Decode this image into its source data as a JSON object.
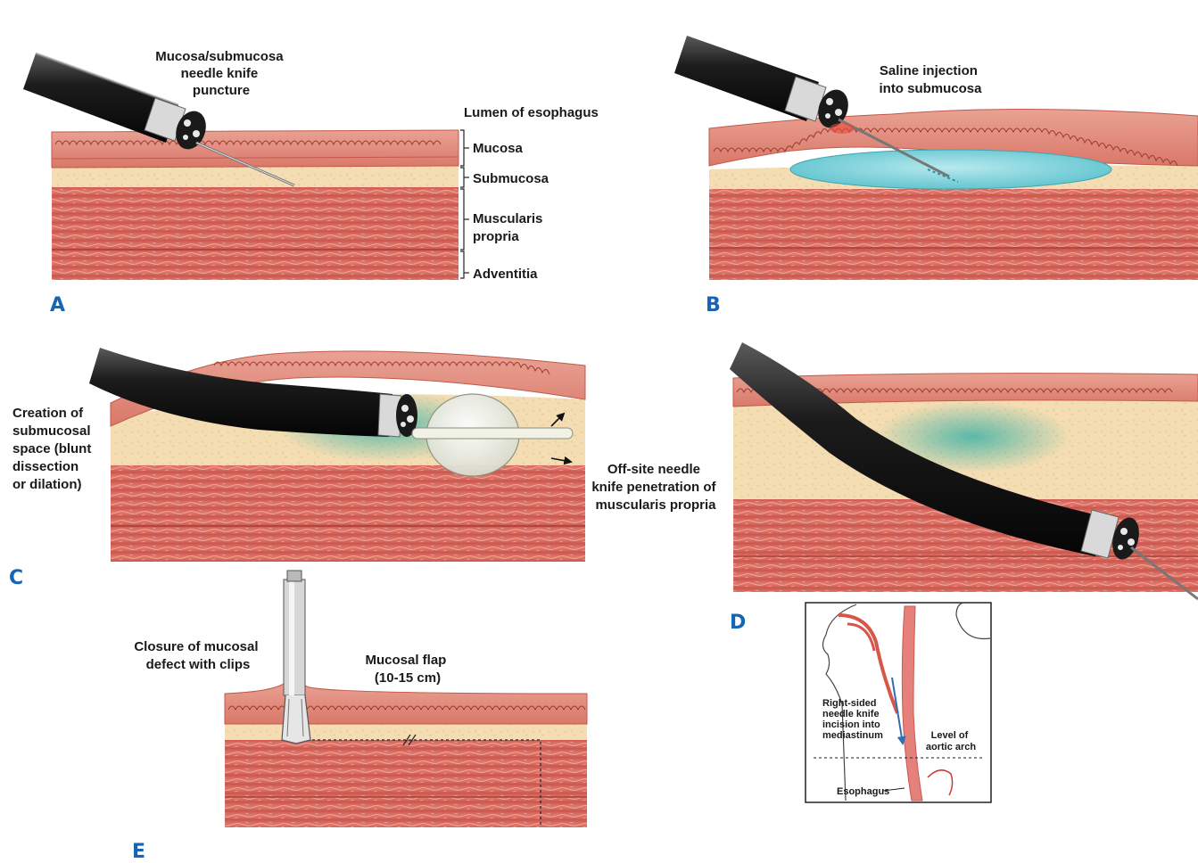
{
  "panels": {
    "A": {
      "letter": "A",
      "puncture_label": [
        "Mucosa/submucosa",
        "needle knife",
        "puncture"
      ],
      "lumen_label": "Lumen of esophagus",
      "layers": {
        "mucosa": "Mucosa",
        "submucosa": "Submucosa",
        "muscularis": [
          "Muscularis",
          "propria"
        ],
        "adventitia": "Adventitia"
      }
    },
    "B": {
      "letter": "B",
      "injection_label": [
        "Saline injection",
        "into submucosa"
      ]
    },
    "C": {
      "letter": "C",
      "creation_label": [
        "Creation of",
        "submucosal",
        "space (blunt",
        "dissection",
        "or dilation)"
      ],
      "offsite_label": [
        "Off-site needle",
        "knife penetration of",
        "muscularis propria"
      ]
    },
    "D": {
      "letter": "D",
      "inset": {
        "incision_label": [
          "Right-sided",
          "needle knife",
          "incision into",
          "mediastinum"
        ],
        "aortic_label": [
          "Level of",
          "aortic arch"
        ],
        "esophagus_label": "Esophagus"
      }
    },
    "E": {
      "letter": "E",
      "closure_label": [
        "Closure of mucosal",
        "defect with clips"
      ],
      "flap_label": [
        "Mucosal flap",
        "(10-15 cm)"
      ]
    }
  },
  "colors": {
    "mucosa": "#e58f80",
    "mucosa_dark": "#c96454",
    "submucosa": "#f4ddb2",
    "muscle": "#d8655b",
    "muscle_dark": "#b9463d",
    "adventitia": "#e07b6c",
    "saline": "#7fd0d8",
    "endoscope": "#161616",
    "panel_letter": "#1565b4"
  }
}
